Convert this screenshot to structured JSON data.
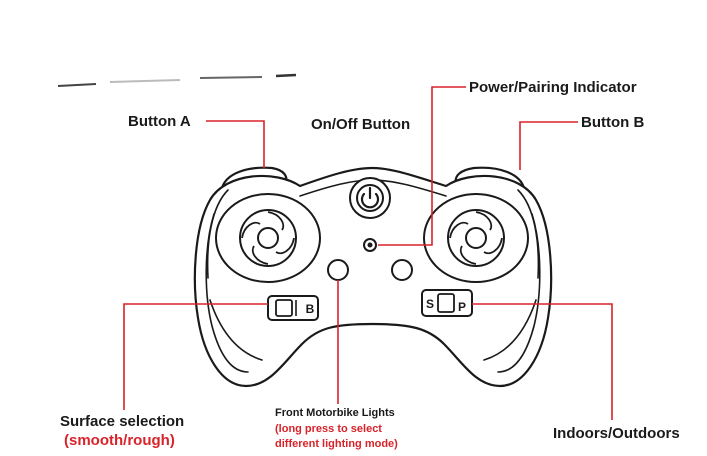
{
  "labels": {
    "button_a": "Button A",
    "on_off": "On/Off Button",
    "power_pairing": "Power/Pairing Indicator",
    "button_b": "Button B",
    "surface_selection": "Surface selection",
    "surface_options": "(smooth/rough)",
    "front_lights": "Front Motorbike Lights",
    "front_lights_note_1": "(long press to select",
    "front_lights_note_2": "different lighting mode)",
    "indoors_outdoors": "Indoors/Outdoors"
  },
  "switch_marks": {
    "left_switch": "B",
    "right_switch_left": "S",
    "right_switch_right": "P"
  },
  "colors": {
    "accent": "#d8232a",
    "outline": "#1a1a1a",
    "background": "#ffffff"
  }
}
